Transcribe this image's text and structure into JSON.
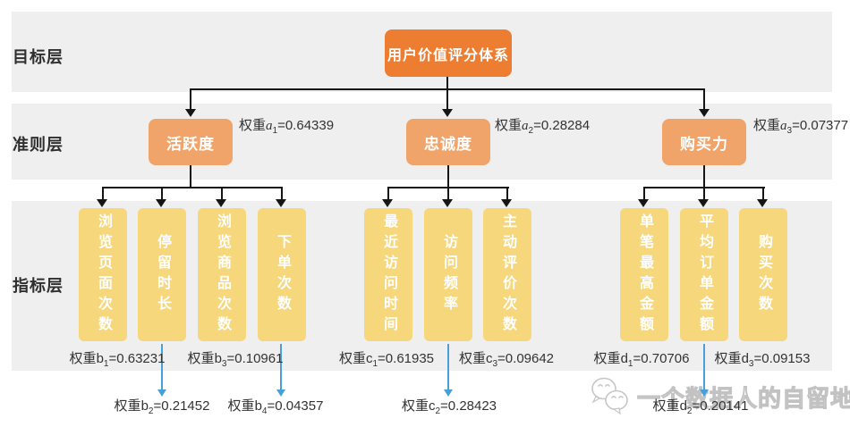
{
  "layer_labels": {
    "goal": "目标层",
    "criteria": "准则层",
    "indicator": "指标层"
  },
  "goal": {
    "label": "用户价值评分体系"
  },
  "groups": [
    {
      "criterion": {
        "label": "活跃度",
        "weight": {
          "prefix": "权重",
          "var": "a",
          "sub": "1",
          "value": "=0.64339"
        }
      },
      "indicators": [
        {
          "label": "浏览页面次数",
          "weight": {
            "prefix": "权重",
            "var": "b",
            "sub": "1",
            "value": "=0.63231"
          }
        },
        {
          "label": "停留时长",
          "weight": {
            "prefix": "权重",
            "var": "b",
            "sub": "2",
            "value": "=0.21452"
          }
        },
        {
          "label": "浏览商品次数",
          "weight": {
            "prefix": "权重",
            "var": "b",
            "sub": "3",
            "value": "=0.10961"
          }
        },
        {
          "label": "下单次数",
          "weight": {
            "prefix": "权重",
            "var": "b",
            "sub": "4",
            "value": "=0.04357"
          }
        }
      ]
    },
    {
      "criterion": {
        "label": "忠诚度",
        "weight": {
          "prefix": "权重",
          "var": "a",
          "sub": "2",
          "value": "=0.28284"
        }
      },
      "indicators": [
        {
          "label": "最近访问时间",
          "weight": {
            "prefix": "权重",
            "var": "c",
            "sub": "1",
            "value": "=0.61935"
          }
        },
        {
          "label": "访问频率",
          "weight": {
            "prefix": "权重",
            "var": "c",
            "sub": "2",
            "value": "=0.28423"
          }
        },
        {
          "label": "主动评价次数",
          "weight": {
            "prefix": "权重",
            "var": "c",
            "sub": "3",
            "value": "=0.09642"
          }
        }
      ]
    },
    {
      "criterion": {
        "label": "购买力",
        "weight": {
          "prefix": "权重",
          "var": "a",
          "sub": "3",
          "value": "=0.07377"
        }
      },
      "indicators": [
        {
          "label": "单笔最高金额",
          "weight": {
            "prefix": "权重",
            "var": "d",
            "sub": "1",
            "value": "=0.70706"
          }
        },
        {
          "label": "平均订单金额",
          "weight": {
            "prefix": "权重",
            "var": "d",
            "sub": "2",
            "value": "=0.20141"
          }
        },
        {
          "label": "购买次数",
          "weight": {
            "prefix": "权重",
            "var": "d",
            "sub": "3",
            "value": "=0.09153"
          }
        }
      ]
    }
  ],
  "watermark": {
    "icon": "wechat-icon",
    "text": "一个数据人的自留地"
  },
  "colors": {
    "goal_box": "#ED7D31",
    "criteria_box": "#F0A46A",
    "indicator_box": "#F6D77B",
    "layer_band": "#EFEFEF",
    "connector": "#151515",
    "blue_arrow": "#49A0D8",
    "weight_text": "#333333",
    "watermark": "#C2C2C2"
  }
}
